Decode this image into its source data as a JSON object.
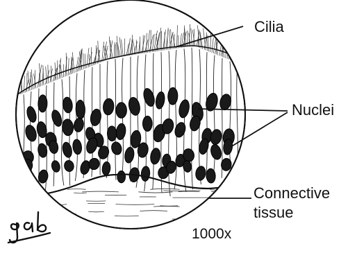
{
  "labels": {
    "cilia": "Cilia",
    "nuclei": "Nuclei",
    "connective_line1": "Connective",
    "connective_line2": "tissue",
    "magnification": "1000x"
  },
  "signature": "gab",
  "colors": {
    "ink": "#111111",
    "nucleus_fill": "#1a1a1a",
    "background": "#ffffff"
  }
}
